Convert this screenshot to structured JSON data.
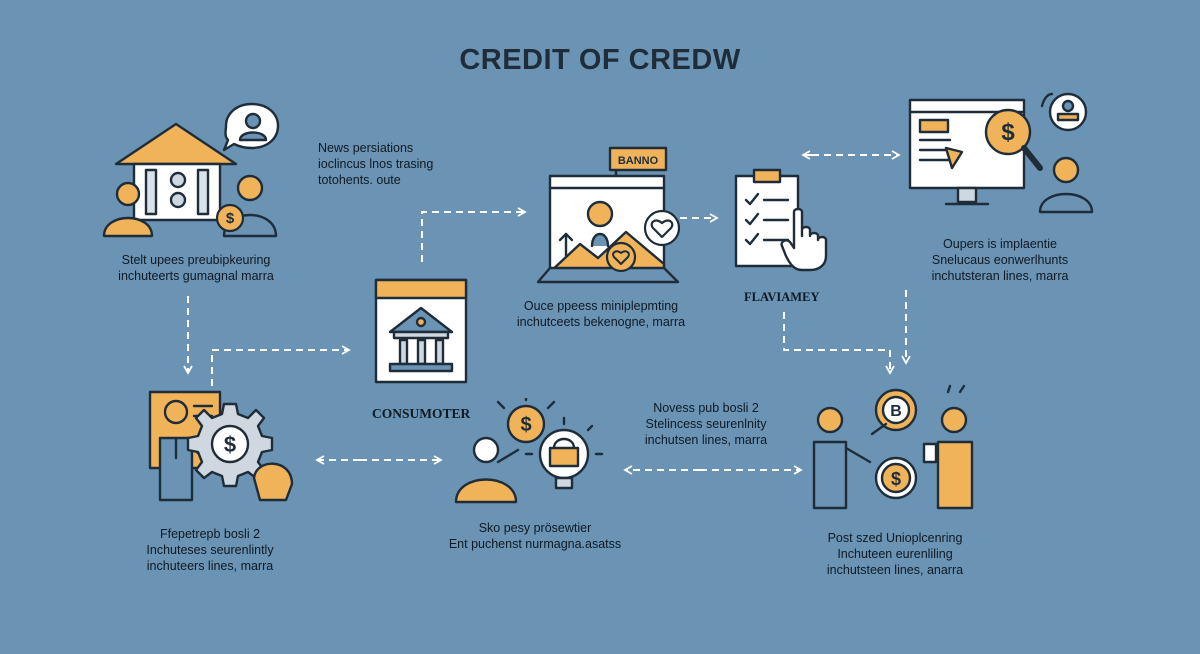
{
  "title": "CREDIT OF CREDW",
  "nodes": {
    "bank_top_left": {
      "caption": [
        "Stelt upees preubipkeuring",
        "inchuteerts gumagnal marra"
      ]
    },
    "news_note": {
      "caption": [
        "News persiations",
        "ioclincus lnos trasing",
        "totohents. oute"
      ]
    },
    "consumer_bank": {
      "label": "CONSUMOTER"
    },
    "online_banking": {
      "sign": "BANNO",
      "caption": [
        "Ouce ppeess miniplepmting",
        "inchutceets bekenogne, marra"
      ]
    },
    "checklist": {
      "label": "FLAVIAMEY"
    },
    "computer_advisor": {
      "caption": [
        "Oupers is implaentie",
        "Snelucaus eonwerlhunts",
        "inchutsteran lines, marra"
      ]
    },
    "worker_gear": {
      "caption": [
        "Ffepetrepb bosli 2",
        "Inchuteses seurenlintly",
        "inchuteers lines, marra"
      ]
    },
    "idea_person": {
      "caption": [
        "Sko pesy prösewtier",
        "Ent puchenst nurmagna.asatss"
      ]
    },
    "middle_note": {
      "caption": [
        "Novess pub bosli 2",
        "Stelincess seurenlnity",
        "inchutsen lines, marra"
      ]
    },
    "exchange_people": {
      "caption": [
        "Post szed Unioplcenring",
        "Inchuteen eurenliling",
        "inchutsteen lines, anarra"
      ]
    }
  },
  "icons": [
    "speech-bubble-person-icon",
    "coin-dollar-icon",
    "bank-building-icon",
    "heart-icon",
    "clipboard-check-icon",
    "hand-pointer-icon",
    "monitor-icon",
    "magnifier-dollar-icon",
    "gear-dollar-icon",
    "lightbulb-icon",
    "bitcoin-coin-icon"
  ],
  "colors": {
    "background": "#6b93b3",
    "accent": "#f0b35a",
    "ink": "#1f2d3a",
    "arrow": "#ffffff"
  }
}
